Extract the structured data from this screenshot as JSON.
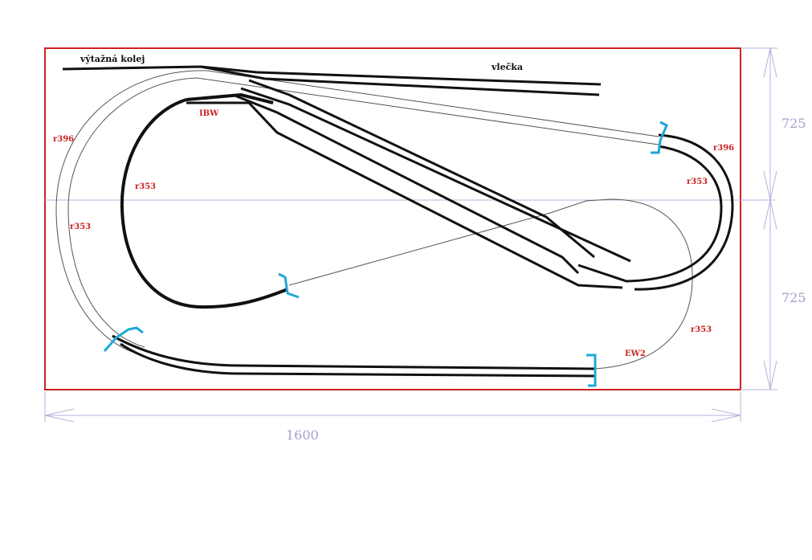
{
  "labels": {
    "siding_left": "výtažná kolej",
    "siding_right": "vlečka",
    "ibw": "IBW",
    "ew2": "EW2",
    "r396_left": "r396",
    "r396_right": "r396",
    "r353_inner_left": "r353",
    "r353_outer_left": "r353",
    "r353_right": "r353",
    "r353_bottom_right": "r353"
  },
  "dimensions": {
    "width": "1600",
    "height_top": "725",
    "height_bottom": "725"
  },
  "colors": {
    "board_border": "#cc2222",
    "track": "#111111",
    "thin_line": "#555555",
    "label_red": "#cc2222",
    "dimension": "#a99ccc",
    "marker": "#1fa8d8"
  }
}
